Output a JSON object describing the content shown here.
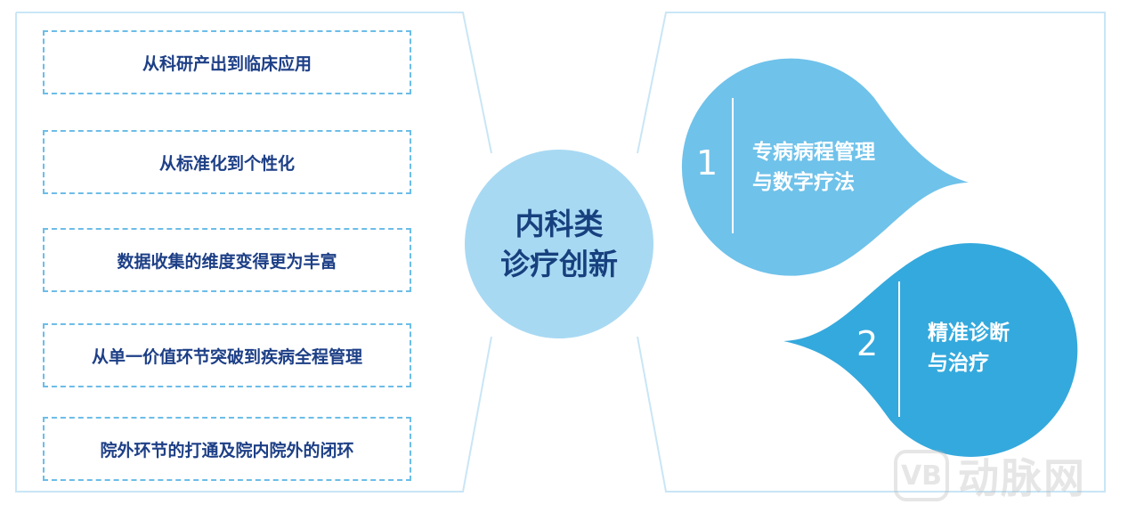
{
  "left_items": [
    "从科研产出到临床应用",
    "从标准化到个性化",
    "数据收集的维度变得更为丰富",
    "从单一价值环节突破到疾病全程管理",
    "院外环节的打通及院内院外的闭环"
  ],
  "center": {
    "line1": "内科类",
    "line2": "诊疗创新"
  },
  "right_items": [
    {
      "num": "1",
      "line1": "专病病程管理",
      "line2": "与数字疗法"
    },
    {
      "num": "2",
      "line1": "精准诊断",
      "line2": "与治疗"
    }
  ],
  "watermark": {
    "mark": "VB",
    "text": "动脉网"
  },
  "colors": {
    "border": "#c9e6f6",
    "dash": "#6cbde8",
    "text_dark": "#1d3f86",
    "drop1": "#6fc2ea",
    "drop2": "#34a9dd",
    "circle": "#a8d9f3"
  }
}
